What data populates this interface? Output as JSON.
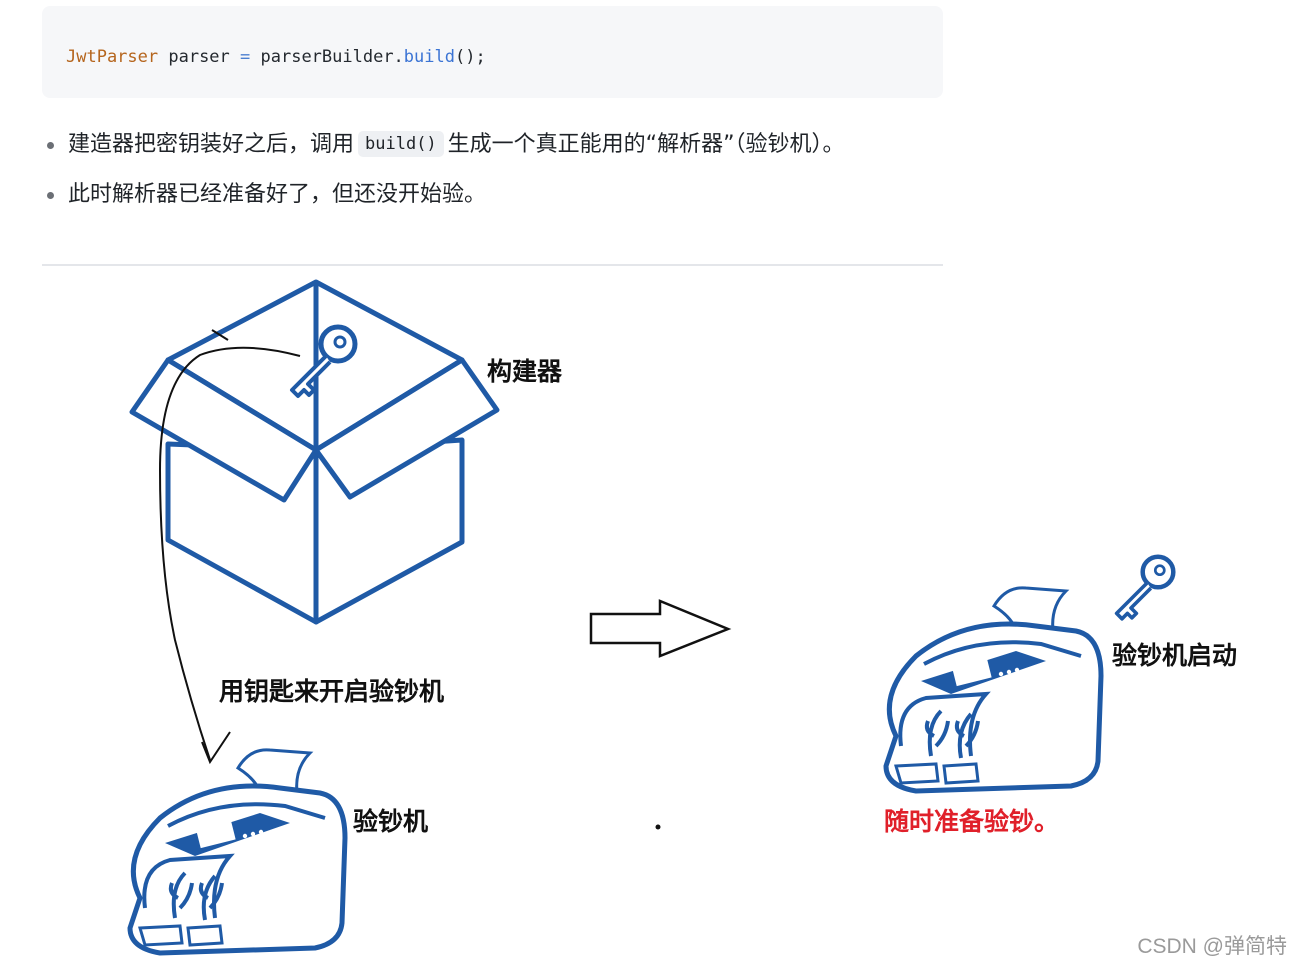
{
  "code": {
    "type_token": "JwtParser",
    "var_token": " parser ",
    "op_token": "=",
    "obj_token": " parserBuilder.",
    "fn_token": "build",
    "tail_token": "();"
  },
  "bullets": [
    {
      "before": "建造器把密钥装好之后，调用",
      "code": "build()",
      "after": "生成一个真正能用的“解析器”（验钞机）。"
    },
    {
      "before": "此时解析器已经准备好了，但还没开始验。"
    }
  ],
  "diagram": {
    "builder_label": "构建器",
    "key_action_label": "用钥匙来开启验钞机",
    "machine_label": "验钞机",
    "machine_started_label": "验钞机启动",
    "ready_label": "随时准备验钞。",
    "accent_color": "#1f5aa6",
    "ready_color": "#e0202a"
  },
  "watermark": "CSDN @弹简特"
}
